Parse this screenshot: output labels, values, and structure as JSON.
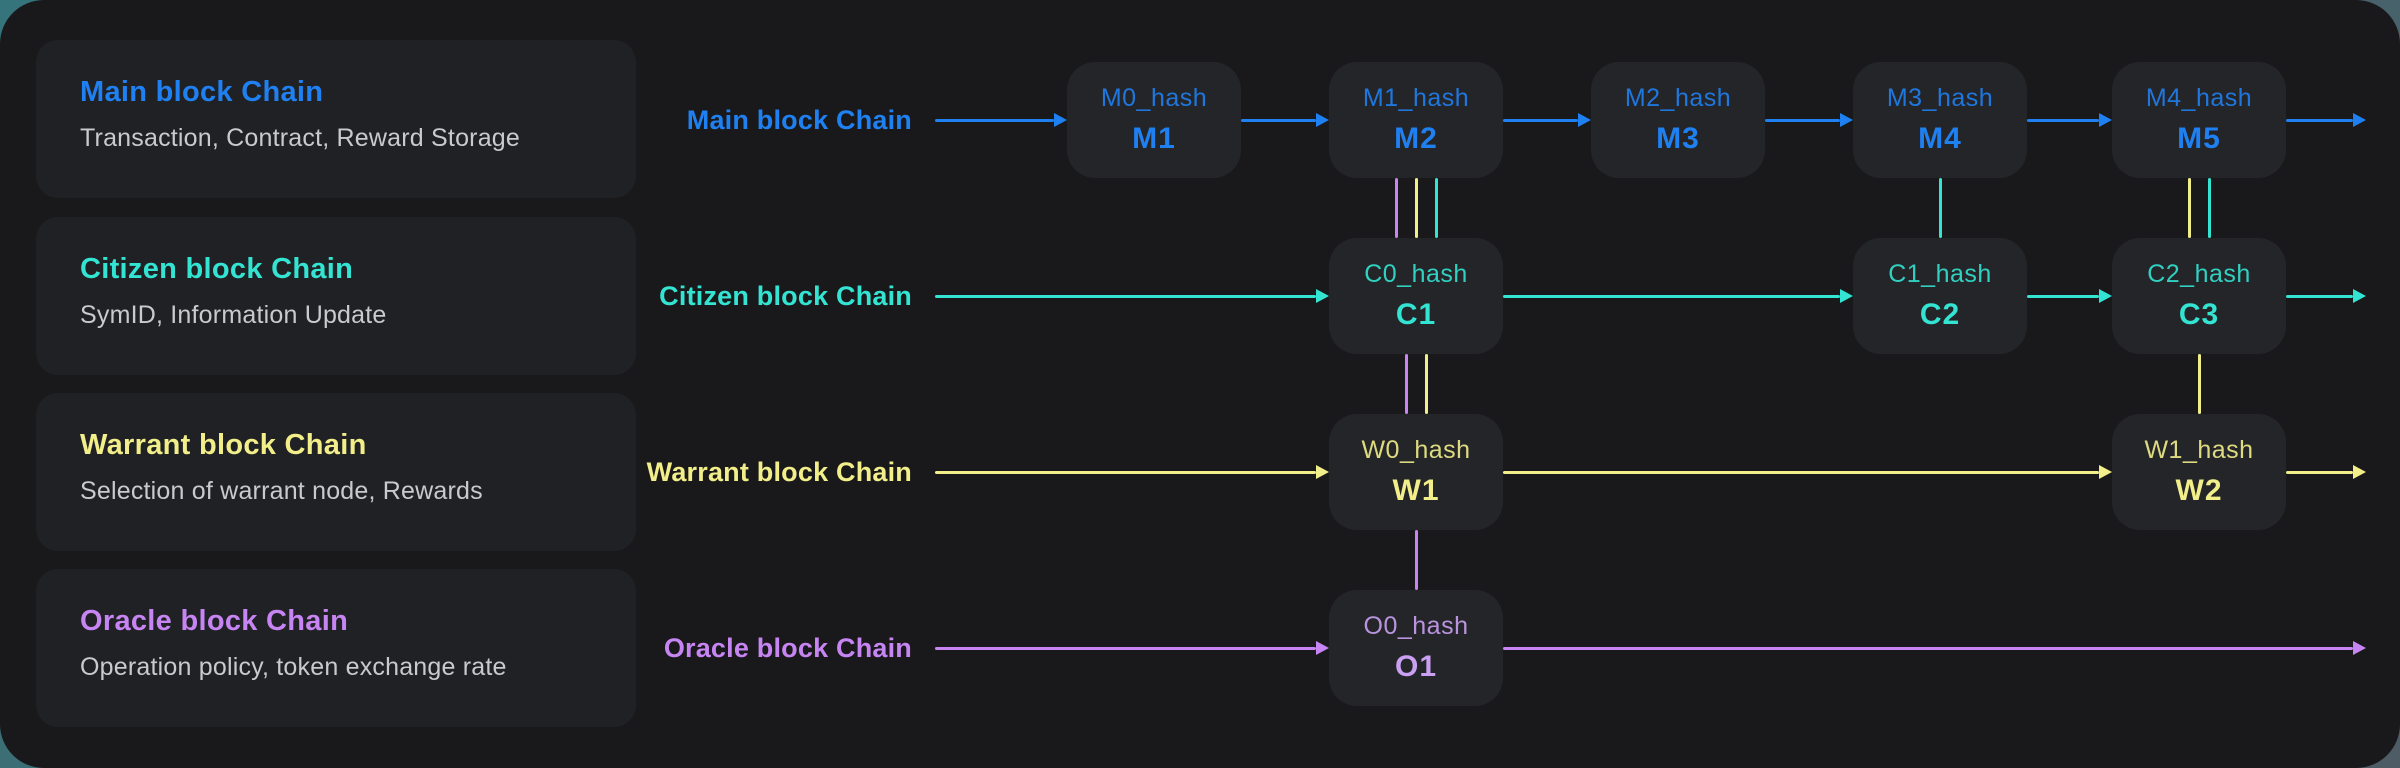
{
  "page": {
    "backdrop_gradient": [
      "#35747a",
      "#4e5c66"
    ],
    "panel_background": "#19191b",
    "card_background": "#202124",
    "block_background": "#242529",
    "description_text_color": "#c9cacc"
  },
  "sidebar": {
    "cards": [
      {
        "title": "Main block Chain",
        "description": "Transaction, Contract, Reward Storage",
        "accent_color": "#1f80f2"
      },
      {
        "title": "Citizen block Chain",
        "description": "SymID, Information Update",
        "accent_color": "#33e4d2"
      },
      {
        "title": "Warrant block Chain",
        "description": "Selection of warrant node, Rewards",
        "accent_color": "#f2ee89"
      },
      {
        "title": "Oracle block Chain",
        "description": "Operation policy, token exchange rate",
        "accent_color": "#c685f2"
      }
    ]
  },
  "diagram": {
    "rows": [
      {
        "id": "main",
        "label": "Main block Chain",
        "accent_color": "#1f80f2",
        "blocks": [
          {
            "hash_label": "M0_hash",
            "name": "M1",
            "col": 0
          },
          {
            "hash_label": "M1_hash",
            "name": "M2",
            "col": 1
          },
          {
            "hash_label": "M2_hash",
            "name": "M3",
            "col": 2
          },
          {
            "hash_label": "M3_hash",
            "name": "M4",
            "col": 3
          },
          {
            "hash_label": "M4_hash",
            "name": "M5",
            "col": 4
          }
        ]
      },
      {
        "id": "citizen",
        "label": "Citizen block Chain",
        "accent_color": "#33e4d2",
        "blocks": [
          {
            "hash_label": "C0_hash",
            "name": "C1",
            "col": 1
          },
          {
            "hash_label": "C1_hash",
            "name": "C2",
            "col": 3
          },
          {
            "hash_label": "C2_hash",
            "name": "C3",
            "col": 4
          }
        ]
      },
      {
        "id": "warrant",
        "label": "Warrant block Chain",
        "accent_color": "#f2ee89",
        "blocks": [
          {
            "hash_label": "W0_hash",
            "name": "W1",
            "col": 1
          },
          {
            "hash_label": "W1_hash",
            "name": "W2",
            "col": 4
          }
        ]
      },
      {
        "id": "oracle",
        "label": "Oracle block Chain",
        "accent_color": "#c685f2",
        "block_text_color": "#cba0f2",
        "blocks": [
          {
            "hash_label": "O0_hash",
            "name": "O1",
            "col": 1
          }
        ]
      }
    ],
    "hash_links": [
      {
        "col": 1,
        "from_row": "main",
        "to_row": "citizen",
        "colors": [
          "#c685f2",
          "#f2ee89",
          "#33e4d2"
        ]
      },
      {
        "col": 1,
        "from_row": "citizen",
        "to_row": "warrant",
        "colors": [
          "#c685f2",
          "#f2ee89"
        ]
      },
      {
        "col": 1,
        "from_row": "warrant",
        "to_row": "oracle",
        "colors": [
          "#c685f2"
        ]
      },
      {
        "col": 3,
        "from_row": "main",
        "to_row": "citizen",
        "colors": [
          "#33e4d2"
        ]
      },
      {
        "col": 4,
        "from_row": "main",
        "to_row": "citizen",
        "colors": [
          "#f2ee89",
          "#33e4d2"
        ]
      },
      {
        "col": 4,
        "from_row": "citizen",
        "to_row": "warrant",
        "colors": [
          "#f2ee89"
        ]
      }
    ]
  }
}
